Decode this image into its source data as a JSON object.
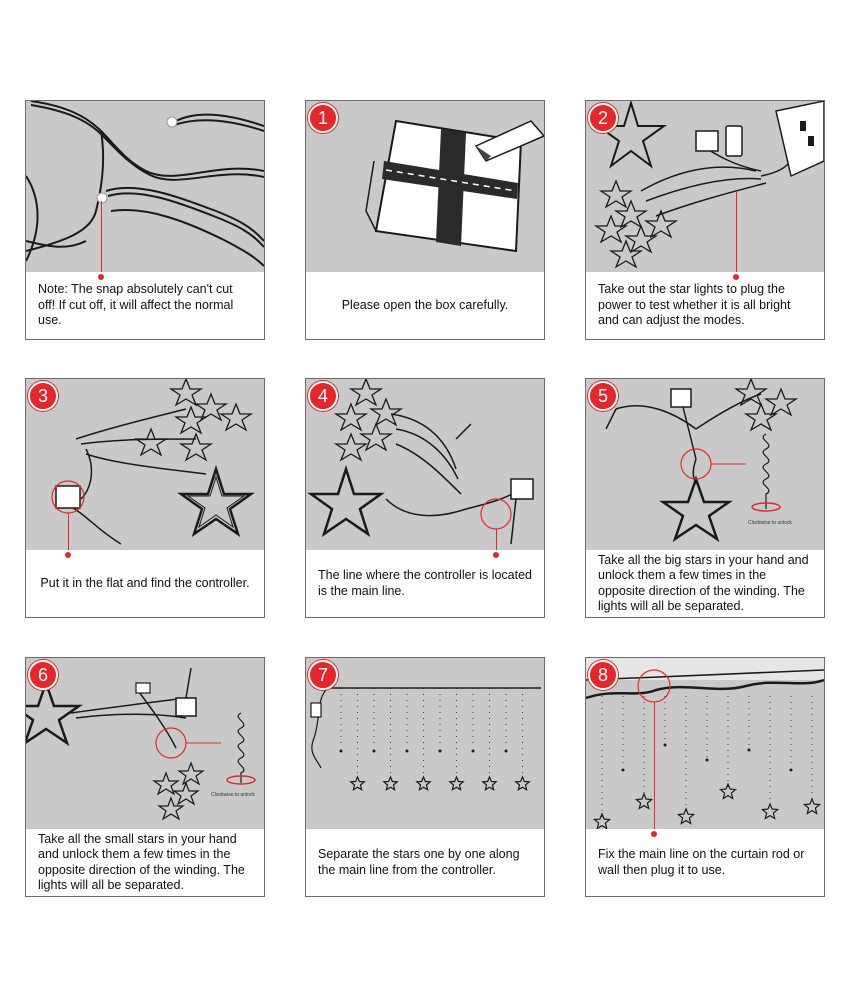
{
  "colors": {
    "accent": "#e5262a",
    "illustration_bg": "#c9c9c9",
    "line": "#1a1a1a"
  },
  "panels": [
    {
      "step": "",
      "caption": "Note: The snap absolutely can't cut off! If cut off, it will affect the normal use."
    },
    {
      "step": "1",
      "caption": "Please open the box carefully."
    },
    {
      "step": "2",
      "caption": "Take out the star lights to plug the power to test whether it is all bright and can adjust the modes."
    },
    {
      "step": "3",
      "caption": "Put it in the flat and find the controller."
    },
    {
      "step": "4",
      "caption": "The line where the controller is located is the main line."
    },
    {
      "step": "5",
      "caption": "Take all the big stars in your hand and unlock them a few times in the opposite direction of the winding. The lights will all be separated.",
      "annotation": "Clockwise to unlock"
    },
    {
      "step": "6",
      "caption": "Take all the small stars in your hand and unlock them a few times in the opposite direction of the winding. The lights will all be separated.",
      "annotation": "Clockwise to unlock"
    },
    {
      "step": "7",
      "caption": "Separate the stars one by one along the main line from the controller."
    },
    {
      "step": "8",
      "caption": "Fix the main line on the curtain rod or wall then plug it to use."
    }
  ]
}
